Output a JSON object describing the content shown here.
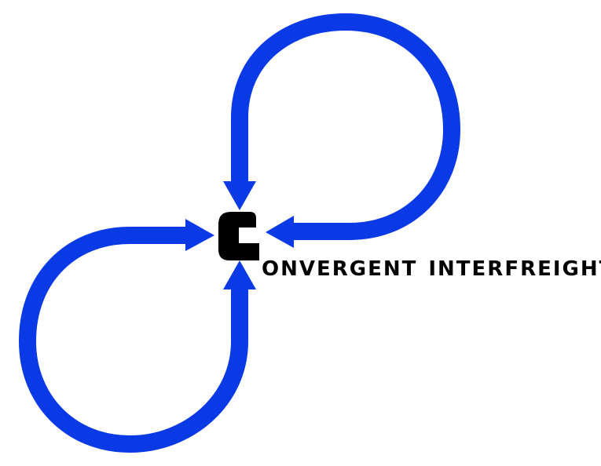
{
  "logo": {
    "initial": "C",
    "word1": "ONVERGENT",
    "word2": "INTERFREIGHT",
    "colors": {
      "loops": "#0a3ae6",
      "text": "#000000",
      "background": "#ffffff"
    },
    "icons": [
      "top-loop-arrow-icon",
      "right-loop-arrow-icon",
      "left-loop-arrow-icon",
      "bottom-loop-arrow-icon"
    ]
  }
}
